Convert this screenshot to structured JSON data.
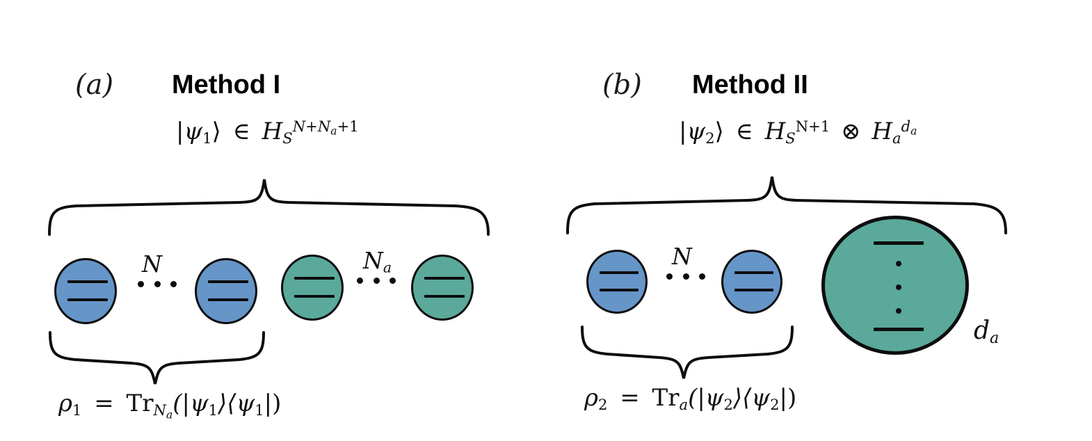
{
  "figure": {
    "caption_a_letter": "(a)",
    "caption_b_letter": "(b)",
    "background_color": "#ffffff",
    "stroke_color": "#0d0d0d"
  },
  "panel_a": {
    "letter": "(a)",
    "title": "Method I",
    "state_label_plain": "|ψ₁⟩ ∈ H_S^{N+N_a+1}",
    "state_ket": "|ψ",
    "state_ket_sub": "1",
    "state_ket_close": "⟩",
    "state_in": "∈",
    "state_space": "H",
    "state_space_sub": "S",
    "state_space_sup": "N+N",
    "state_space_sup_sub": "a",
    "state_space_sup_tail": "+1",
    "system_count_label": "N",
    "ancilla_count_label": "N",
    "ancilla_count_sub": "a",
    "ellipsis_glyph": "···",
    "rho_plain": "ρ₁ = Tr_{N_a}(|ψ₁⟩⟨ψ₁|)",
    "rho_symbol": "ρ",
    "rho_sub": "1",
    "rho_eq": "=",
    "rho_tr": "Tr",
    "rho_tr_sub": "N",
    "rho_tr_sub_sub": "a",
    "rho_open": "(|ψ",
    "rho_arg_sub1": "1",
    "rho_mid": "⟩⟨ψ",
    "rho_arg_sub2": "1",
    "rho_close": "|)",
    "system_color": "#6695c8",
    "ancilla_color": "#5aa99b",
    "qubits": [
      {
        "name": "system-qubit-1",
        "kind": "system",
        "levels": 2
      },
      {
        "name": "system-qubit-2",
        "kind": "system",
        "levels": 2
      },
      {
        "name": "ancilla-qubit-1",
        "kind": "ancilla",
        "levels": 2
      },
      {
        "name": "ancilla-qubit-2",
        "kind": "ancilla",
        "levels": 2
      }
    ]
  },
  "panel_b": {
    "letter": "(b)",
    "title": "Method II",
    "state_label_plain": "|ψ₂⟩ ∈ H_S^{N+1} ⊗ H_a^{d_a}",
    "state_ket": "|ψ",
    "state_ket_sub": "2",
    "state_ket_close": "⟩",
    "state_in": "∈",
    "state_space_s": "H",
    "state_space_s_sub": "S",
    "state_space_s_sup": "N+1",
    "tensor": "⊗",
    "state_space_a": "H",
    "state_space_a_sub": "a",
    "state_space_a_sup": "d",
    "state_space_a_sup_sub": "a",
    "system_count_label": "N",
    "ellipsis_glyph": "···",
    "ancilla_dimension_label": "d",
    "ancilla_dimension_sub": "a",
    "rho_plain": "ρ₂ = Tr_a(|ψ₂⟩⟨ψ₂|)",
    "rho_symbol": "ρ",
    "rho_sub": "2",
    "rho_eq": "=",
    "rho_tr": "Tr",
    "rho_tr_sub": "a",
    "rho_open": "(|ψ",
    "rho_arg_sub1": "2",
    "rho_mid": "⟩⟨ψ",
    "rho_arg_sub2": "2",
    "rho_close": "|)",
    "system_color": "#6695c8",
    "ancilla_color": "#5aa99b",
    "qubits": [
      {
        "name": "system-qubit-1",
        "kind": "system",
        "levels": 2
      },
      {
        "name": "system-qubit-2",
        "kind": "system",
        "levels": 2
      }
    ],
    "big_ancilla": {
      "name": "ancilla-qudit",
      "kind": "ancilla",
      "top_level": true,
      "bottom_level": true,
      "vertical_dots": 3
    }
  }
}
